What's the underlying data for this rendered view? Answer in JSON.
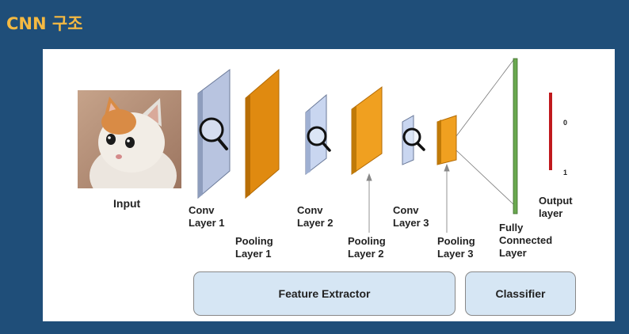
{
  "slide": {
    "title": "CNN 구조"
  },
  "diagram": {
    "input_label": "Input",
    "layers": [
      {
        "id": "conv1",
        "label": "Conv\nLayer 1"
      },
      {
        "id": "pool1",
        "label": "Pooling\nLayer 1"
      },
      {
        "id": "conv2",
        "label": "Conv\nLayer 2"
      },
      {
        "id": "pool2",
        "label": "Pooling\nLayer 2"
      },
      {
        "id": "conv3",
        "label": "Conv\nLayer 3"
      },
      {
        "id": "pool3",
        "label": "Pooling\nLayer 3"
      },
      {
        "id": "fc",
        "label": "Fully\nConnected\nLayer"
      },
      {
        "id": "output",
        "label": "Output\nlayer"
      }
    ],
    "output_values": [
      "0",
      "1"
    ],
    "groups": {
      "feature_extractor": "Feature Extractor",
      "classifier": "Classifier"
    },
    "colors": {
      "conv": "#a9b7d4",
      "pool": "#e08a10",
      "fc": "#6aa84f",
      "output": "#c0191d",
      "group_box": "#d6e6f4"
    }
  }
}
